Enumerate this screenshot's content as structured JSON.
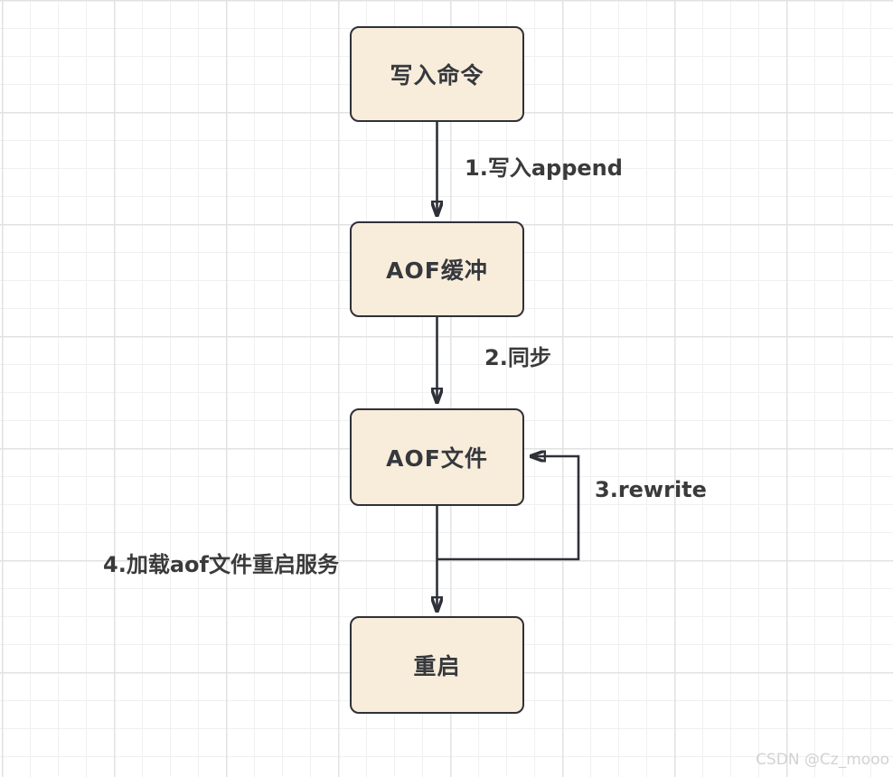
{
  "diagram": {
    "nodes": [
      {
        "id": "write-command",
        "label": "写入命令"
      },
      {
        "id": "aof-buffer",
        "label": "AOF缓冲"
      },
      {
        "id": "aof-file",
        "label": "AOF文件"
      },
      {
        "id": "restart",
        "label": "重启"
      }
    ],
    "edge_labels": [
      {
        "id": "step1",
        "text": "1.写入append"
      },
      {
        "id": "step2",
        "text": "2.同步"
      },
      {
        "id": "step3",
        "text": "3.rewrite"
      },
      {
        "id": "step4",
        "text": "4.加载aof文件重启服务"
      }
    ]
  },
  "watermark": "CSDN @Cz_mooo",
  "colors": {
    "node_fill": "#f8ecda",
    "node_border": "#2e3138",
    "text": "#3a3a3a",
    "grid_minor": "#f0f0f0",
    "grid_major": "#e2e2e2",
    "watermark": "#d2d2d2"
  }
}
